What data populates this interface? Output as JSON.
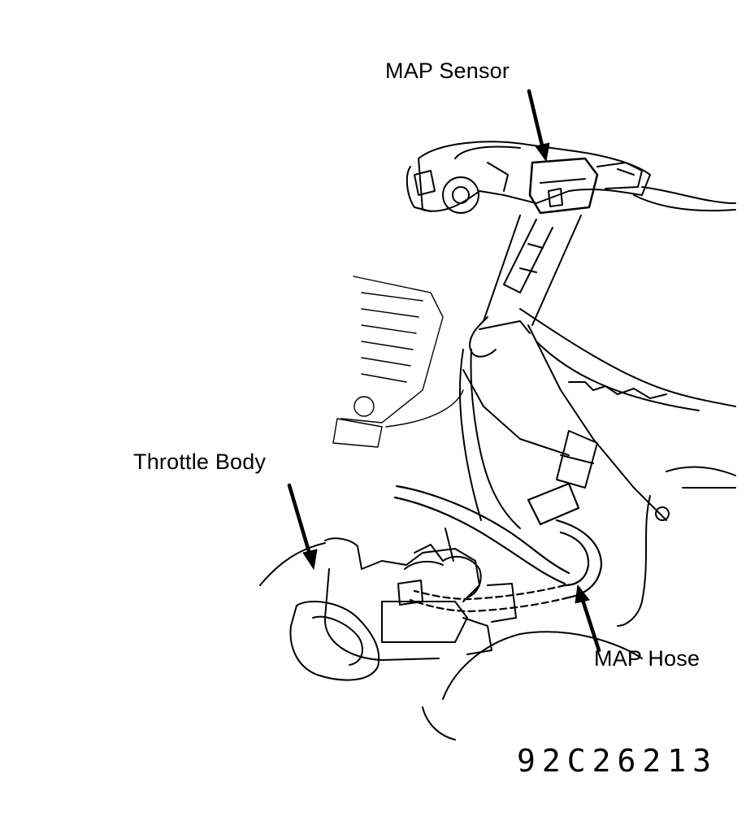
{
  "labels": {
    "map_sensor": "MAP Sensor",
    "throttle_body": "Throttle Body",
    "map_hose": "MAP Hose"
  },
  "figure_code": "92C26213",
  "colors": {
    "ink": "#000000",
    "background": "#ffffff"
  }
}
